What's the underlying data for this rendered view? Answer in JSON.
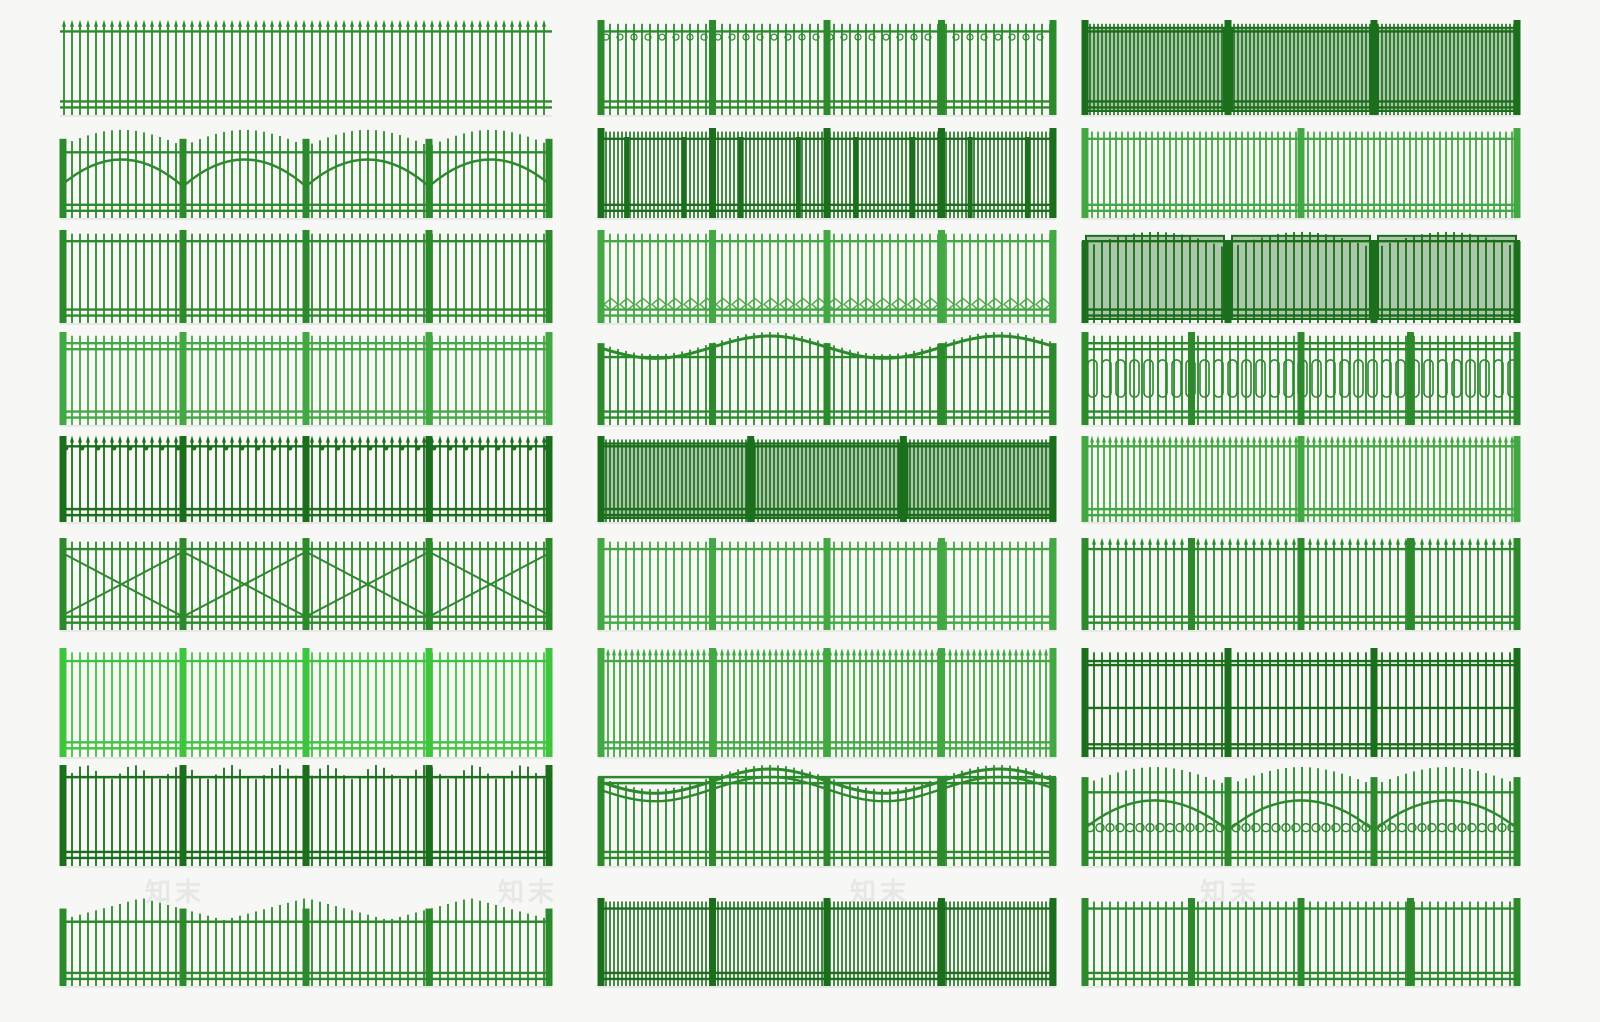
{
  "palette": {
    "dark": "#1b6e1b",
    "mid": "#2c8a2c",
    "light": "#43a843",
    "bright": "#3fc43f",
    "bg": "#f7f7f6"
  },
  "watermark": "知末",
  "catalog": {
    "columns": [
      {
        "fences": [
          {
            "style": "spear-railing",
            "tone": "mid"
          },
          {
            "style": "arch-top-panels",
            "tone": "mid"
          },
          {
            "style": "flat-picket-posts",
            "tone": "mid"
          },
          {
            "style": "double-rail-balustrade",
            "tone": "light"
          },
          {
            "style": "fleur-de-lis-finials",
            "tone": "dark"
          },
          {
            "style": "cross-brace-x",
            "tone": "mid"
          },
          {
            "style": "flat-picket-bright",
            "tone": "bright"
          },
          {
            "style": "irregular-pickets",
            "tone": "dark"
          },
          {
            "style": "peaked-pickets",
            "tone": "mid"
          }
        ]
      },
      {
        "fences": [
          {
            "style": "ornamental-top-band",
            "tone": "mid"
          },
          {
            "style": "dense-with-short-posts",
            "tone": "dark"
          },
          {
            "style": "diamond-base-band",
            "tone": "light"
          },
          {
            "style": "wave-top-rail",
            "tone": "mid"
          },
          {
            "style": "boxed-dense-panels",
            "tone": "dark"
          },
          {
            "style": "flat-picket-posts",
            "tone": "light"
          },
          {
            "style": "spear-railing-light",
            "tone": "light"
          },
          {
            "style": "wave-double-rail",
            "tone": "mid"
          },
          {
            "style": "dense-rail-panel",
            "tone": "dark"
          }
        ]
      },
      {
        "fences": [
          {
            "style": "dense-solid-panels",
            "tone": "dark"
          },
          {
            "style": "light-picket-panels",
            "tone": "light"
          },
          {
            "style": "scalloped-solid",
            "tone": "dark"
          },
          {
            "style": "loop-balustrade",
            "tone": "mid"
          },
          {
            "style": "finial-light-panels",
            "tone": "light"
          },
          {
            "style": "posts-with-finials",
            "tone": "mid"
          },
          {
            "style": "heavy-rail-panels",
            "tone": "dark"
          },
          {
            "style": "arch-with-rings",
            "tone": "mid"
          },
          {
            "style": "short-picket-rails",
            "tone": "mid"
          }
        ]
      }
    ]
  }
}
